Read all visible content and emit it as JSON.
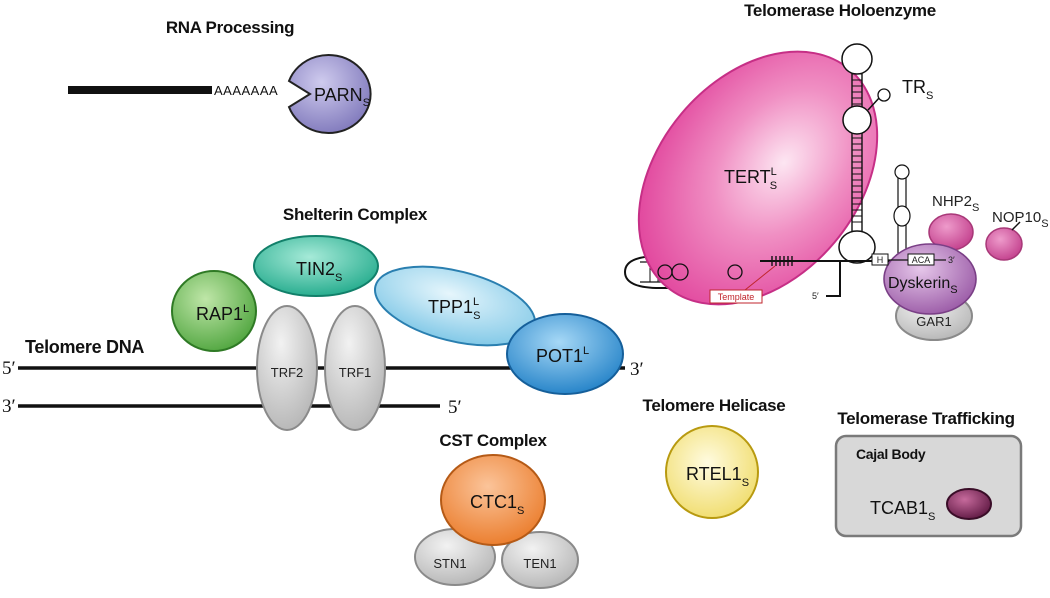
{
  "headings": {
    "rna_processing": "RNA Processing",
    "holoenzyme": "Telomerase Holoenzyme",
    "shelterin": "Shelterin Complex",
    "telomere_dna": "Telomere DNA",
    "cst": "CST Complex",
    "helicase": "Telomere Helicase",
    "trafficking": "Telomerase Trafficking"
  },
  "rna": {
    "polya": "AAAAAAA",
    "parn": "PARN",
    "parn_sup": "S"
  },
  "holo": {
    "tert": "TERT",
    "tert_sup": "L",
    "tert_sub": "S",
    "tr": "TR",
    "tr_sub": "S",
    "nhp2": "NHP2",
    "nhp2_sub": "S",
    "nop10": "NOP10",
    "nop10_sub": "S",
    "dyskerin": "Dyskerin",
    "dyskerin_sub": "S",
    "gar1": "GAR1",
    "h_box": "H",
    "aca_box": "ACA",
    "three_prime": "3′",
    "five_prime": "5′",
    "template": "Template"
  },
  "shelterin": {
    "rap1": "RAP1",
    "rap1_sup": "L",
    "tin2": "TIN2",
    "tin2_sub": "S",
    "tpp1": "TPP1",
    "tpp1_sup": "L",
    "tpp1_sub": "S",
    "pot1": "POT1",
    "pot1_sup": "L",
    "trf2": "TRF2",
    "trf1": "TRF1"
  },
  "dna": {
    "top_5": "5′",
    "top_3": "3′",
    "bottom_3": "3′",
    "bottom_5": "5′"
  },
  "cst": {
    "ctc1": "CTC1",
    "ctc1_sub": "S",
    "stn1": "STN1",
    "ten1": "TEN1"
  },
  "helicase": {
    "rtel1": "RTEL1",
    "rtel1_sub": "S"
  },
  "trafficking": {
    "cajal": "Cajal Body",
    "tcab1": "TCAB1",
    "tcab1_sub": "S"
  },
  "colors": {
    "parn": "#8d86c4",
    "tert": "#e85aa8",
    "dyskerin": "#a86ab0",
    "nhp2": "#c94d97",
    "rap1": "#5fb04d",
    "tin2": "#2fb79a",
    "tpp1": "#8dd0ea",
    "pot1": "#2a8fd0",
    "trf": "#c8c8c8",
    "ctc1": "#f08a3c",
    "rtel1": "#f3e37a",
    "cajal": "#d6d6d6",
    "tcab1": "#7a2455"
  }
}
